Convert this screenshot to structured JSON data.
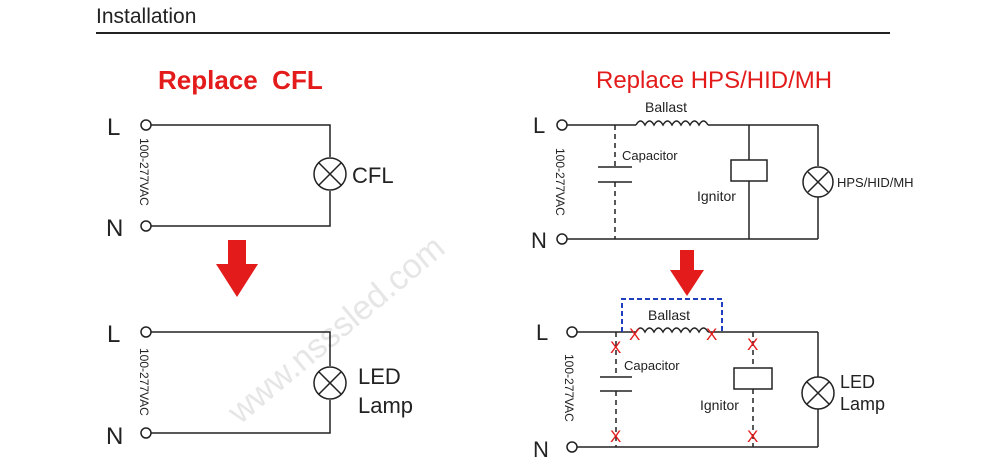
{
  "header": {
    "title": "Installation"
  },
  "cfl_panel": {
    "title": "Replace  CFL",
    "before": {
      "line_label": "L",
      "neutral_label": "N",
      "voltage": "100-277VAC",
      "lamp_label": "CFL"
    },
    "after": {
      "line_label": "L",
      "neutral_label": "N",
      "voltage": "100-277VAC",
      "lamp_label_line1": "LED",
      "lamp_label_line2": "Lamp"
    }
  },
  "hid_panel": {
    "title": "Replace HPS/HID/MH",
    "before": {
      "line_label": "L",
      "neutral_label": "N",
      "voltage": "100-277VAC",
      "ballast_label": "Ballast",
      "capacitor_label": "Capacitor",
      "ignitor_label": "Ignitor",
      "lamp_label": "HPS/HID/MH"
    },
    "after": {
      "line_label": "L",
      "neutral_label": "N",
      "voltage": "100-277VAC",
      "ballast_label": "Ballast",
      "capacitor_label": "Capacitor",
      "ignitor_label": "Ignitor",
      "lamp_label_line1": "LED",
      "lamp_label_line2": "Lamp",
      "remove_mark": "X"
    }
  },
  "watermark": "www.nsssled.com",
  "colors": {
    "title_red": "#e31b1b",
    "arrow_red": "#e31b1b",
    "bypass_blue": "#1f3fbf",
    "line": "#222222"
  }
}
